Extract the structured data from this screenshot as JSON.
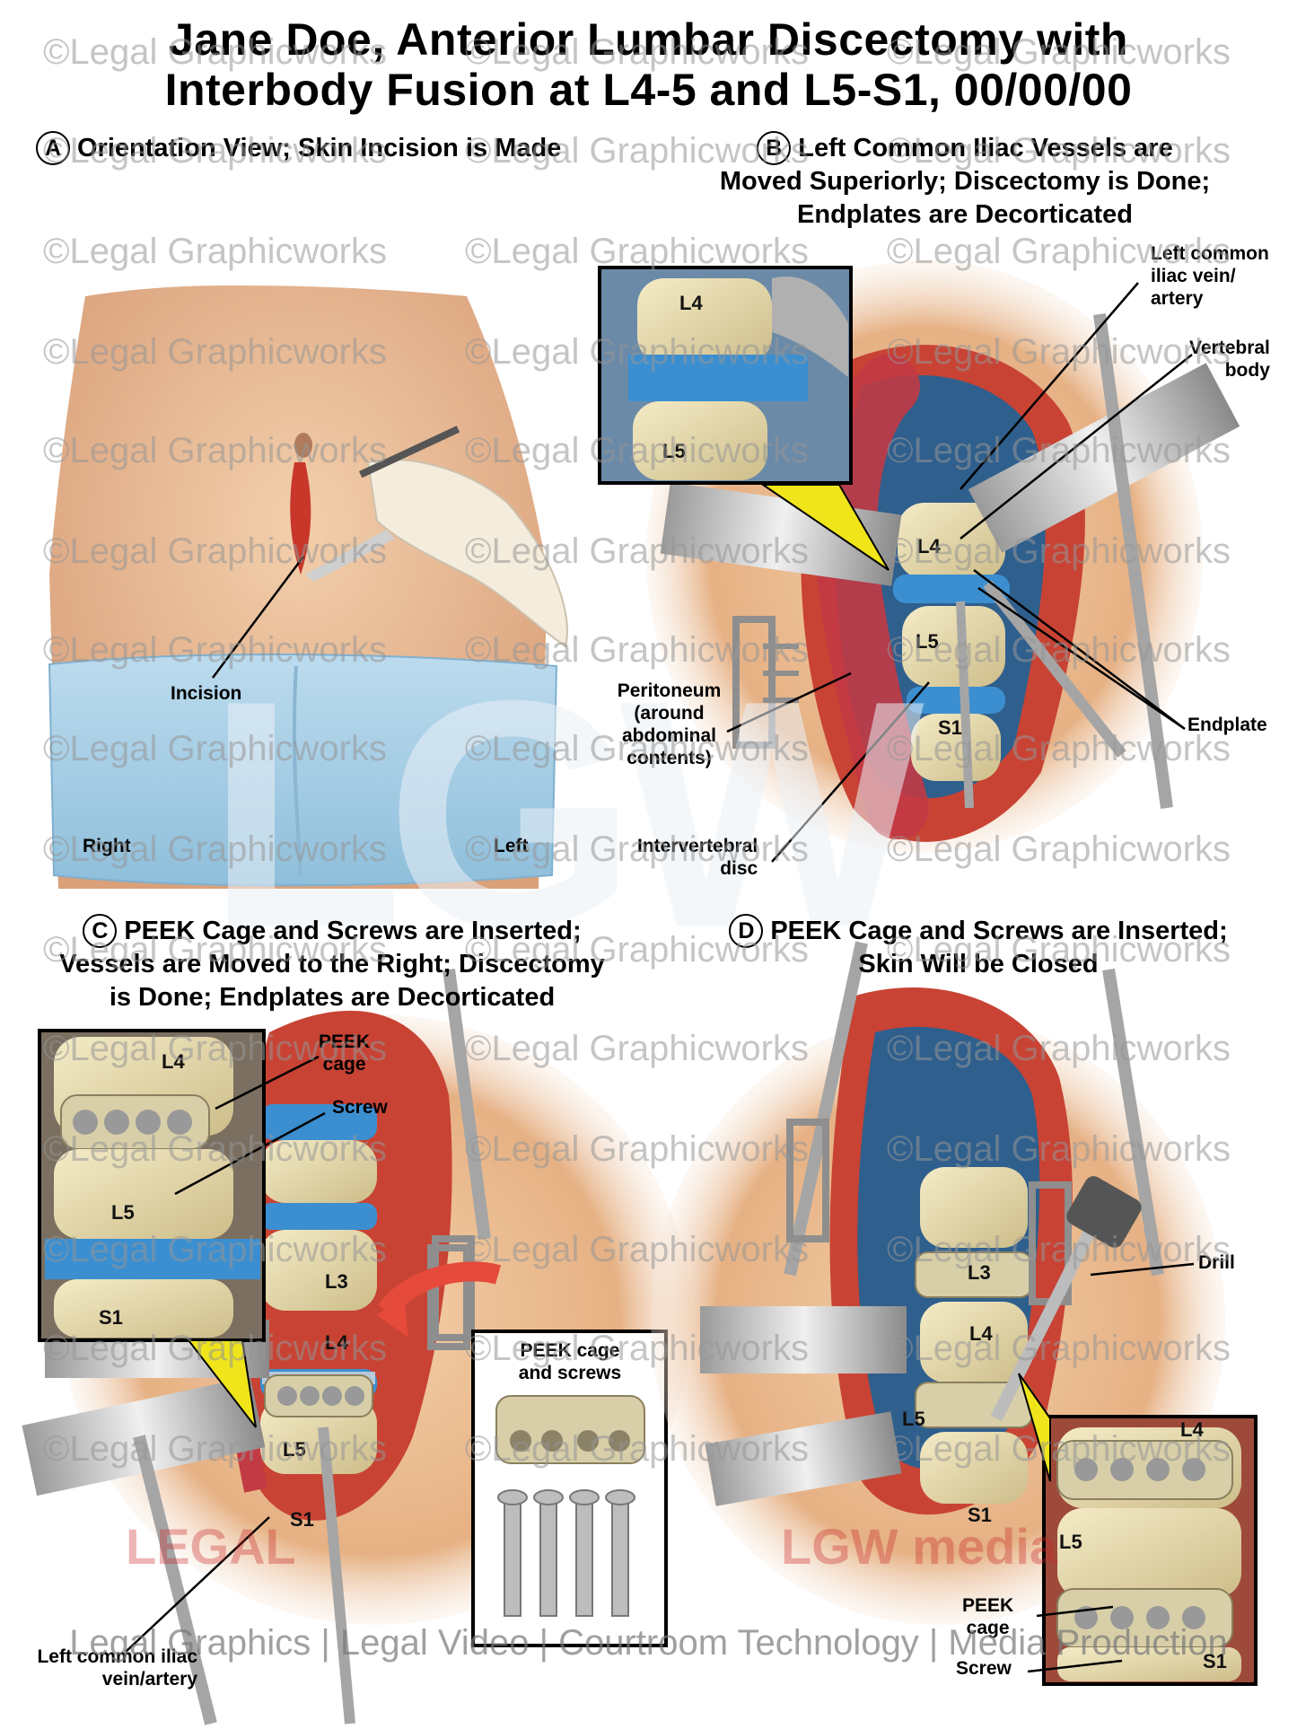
{
  "title": {
    "line1": "Jane Doe, Anterior Lumbar Discectomy with",
    "line2": "Interbody Fusion at L4-5 and L5-S1, 00/00/00"
  },
  "panels": {
    "a": {
      "letter": "A",
      "title": "Orientation View; Skin Incision is Made"
    },
    "b": {
      "letter": "B",
      "line1": "Left Common Iliac Vessels are",
      "line2": "Moved Superiorly; Discectomy is Done;",
      "line3": "Endplates are Decorticated"
    },
    "c": {
      "letter": "C",
      "line1": "PEEK Cage and Screws are Inserted;",
      "line2": "Vessels are Moved to the Right; Discectomy",
      "line3": "is Done; Endplates are Decorticated"
    },
    "d": {
      "letter": "D",
      "line1": "PEEK Cage and Screws are Inserted;",
      "line2": "Skin Will be Closed"
    }
  },
  "labels": {
    "incision": "Incision",
    "right": "Right",
    "left": "Left",
    "lciva": [
      "Left common",
      "iliac vein/",
      "artery"
    ],
    "vertebral_body": [
      "Vertebral",
      "body"
    ],
    "endplate": "Endplate",
    "peritoneum": [
      "Peritoneum",
      "(around",
      "abdominal",
      "contents)"
    ],
    "intervertebral_disc": [
      "Intervertebral",
      "disc"
    ],
    "peek_cage": [
      "PEEK",
      "cage"
    ],
    "screw": "Screw",
    "peek_cage_screws": [
      "PEEK cage",
      "and screws"
    ],
    "lciva_c": [
      "Left common iliac",
      "vein/artery"
    ],
    "drill": "Drill"
  },
  "vertebrae": {
    "L3": "L3",
    "L4": "L4",
    "L5": "L5",
    "S1": "S1"
  },
  "watermark": "©Legal Graphicworks",
  "big_mark": "LGW",
  "footer": "Legal Graphics | Legal Video | Courtroom Technology | Media Production",
  "logos": {
    "left": "LEGAL",
    "right": "LGW media"
  },
  "colors": {
    "skin": "#e9bb97",
    "drape": "#9fc9e0",
    "tissue": "#d44a2e",
    "bone": "#e9dcae",
    "disc": "#3b8fd0",
    "vessel": "#c23a44",
    "retractor": "#d8d8d8"
  }
}
